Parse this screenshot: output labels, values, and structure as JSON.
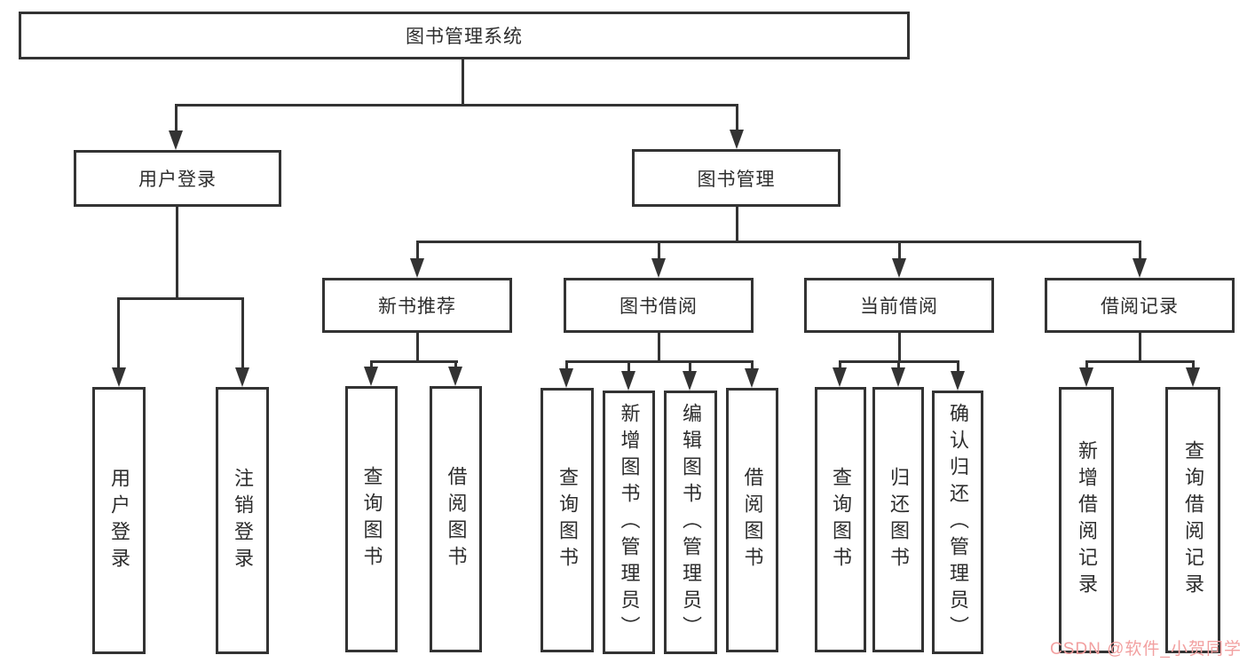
{
  "diagram": {
    "type": "hierarchy-tree",
    "root": {
      "label": "图书管理系统"
    },
    "branches": [
      {
        "label": "用户登录",
        "children": [
          {
            "label": "用户登录"
          },
          {
            "label": "注销登录"
          }
        ]
      },
      {
        "label": "图书管理",
        "children": [
          {
            "label": "新书推荐",
            "children": [
              {
                "label": "查询图书"
              },
              {
                "label": "借阅图书"
              }
            ]
          },
          {
            "label": "图书借阅",
            "children": [
              {
                "label": "查询图书"
              },
              {
                "label": "新增图书（管理员）"
              },
              {
                "label": "编辑图书（管理员）"
              },
              {
                "label": "借阅图书"
              }
            ]
          },
          {
            "label": "当前借阅",
            "children": [
              {
                "label": "查询图书"
              },
              {
                "label": "归还图书"
              },
              {
                "label": "确认归还（管理员）"
              }
            ]
          },
          {
            "label": "借阅记录",
            "children": [
              {
                "label": "新增借阅记录"
              },
              {
                "label": "查询借阅记录"
              }
            ]
          }
        ]
      }
    ]
  },
  "watermark": {
    "text": "CSDN @软件_小贺同学",
    "color": "#f2a0a0"
  },
  "colors": {
    "line": "#333333",
    "text": "#2d2d2d",
    "background": "#ffffff"
  }
}
